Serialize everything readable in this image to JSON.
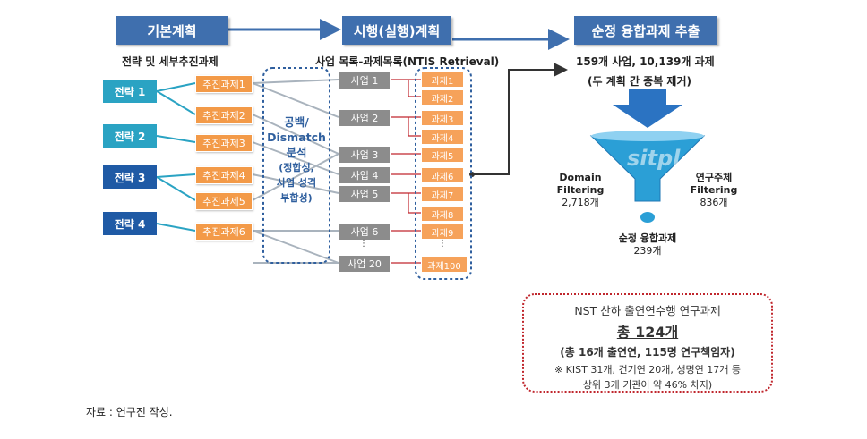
{
  "headers": {
    "basic": "기본계획",
    "impl": "시행(실행)계획",
    "extract": "순정 융합과제 추출"
  },
  "subtitles": {
    "basic": "전략 및 세부추진과제",
    "impl": "사업 목록-과제목록(NTIS Retrieval)",
    "extract_line1": "159개 사업, 10,139개 과제",
    "extract_line2": "(두 계획 간 중복 제거)"
  },
  "strategies": [
    "전략 1",
    "전략 2",
    "전략 3",
    "전략 4"
  ],
  "tasks": [
    "추진과제1",
    "추진과제2",
    "추진과제3",
    "추진과제4",
    "추진과제5",
    "추진과제6"
  ],
  "projects": [
    "사업 1",
    "사업 2",
    "사업 3",
    "사업 4",
    "사업 5",
    "사업 6",
    "사업 20"
  ],
  "items": [
    "과제1",
    "과제2",
    "과제3",
    "과제4",
    "과제5",
    "과제6",
    "과제7",
    "과제8",
    "과제9",
    "과제100"
  ],
  "ellipsis": "⋮",
  "gap_analysis": [
    "공백/",
    "Dismatch",
    "분석",
    "(정합성,",
    "사업 성격",
    "부합성)"
  ],
  "funnel": {
    "watermark": "sitpl",
    "domain_label": "Domain Filtering",
    "domain_count": "2,718개",
    "researcher_line1": "연구주체",
    "researcher_line2": "Filtering",
    "researcher_count": "836개",
    "pure_label": "순정 융합과제",
    "pure_count": "239개"
  },
  "result": {
    "line1": "NST 산하 출연연수행 연구과제",
    "line2": "총 124개",
    "line3": "(총 16개 출연연, 115명 연구책임자)",
    "line4": "※ KIST 31개, 건기연 20개, 생명연 17개 등",
    "line5": "상위 3개 기관이 약 46% 차지)"
  },
  "footer": "자료 : 연구진 작성.",
  "colors": {
    "header": "#3f6fae",
    "teal": "#2aa3c3",
    "navy": "#1f5aa5",
    "orange": "#f39a48",
    "grey": "#8c8c8c",
    "funnel": "#2b9fd6",
    "result_border": "#c0262d"
  }
}
